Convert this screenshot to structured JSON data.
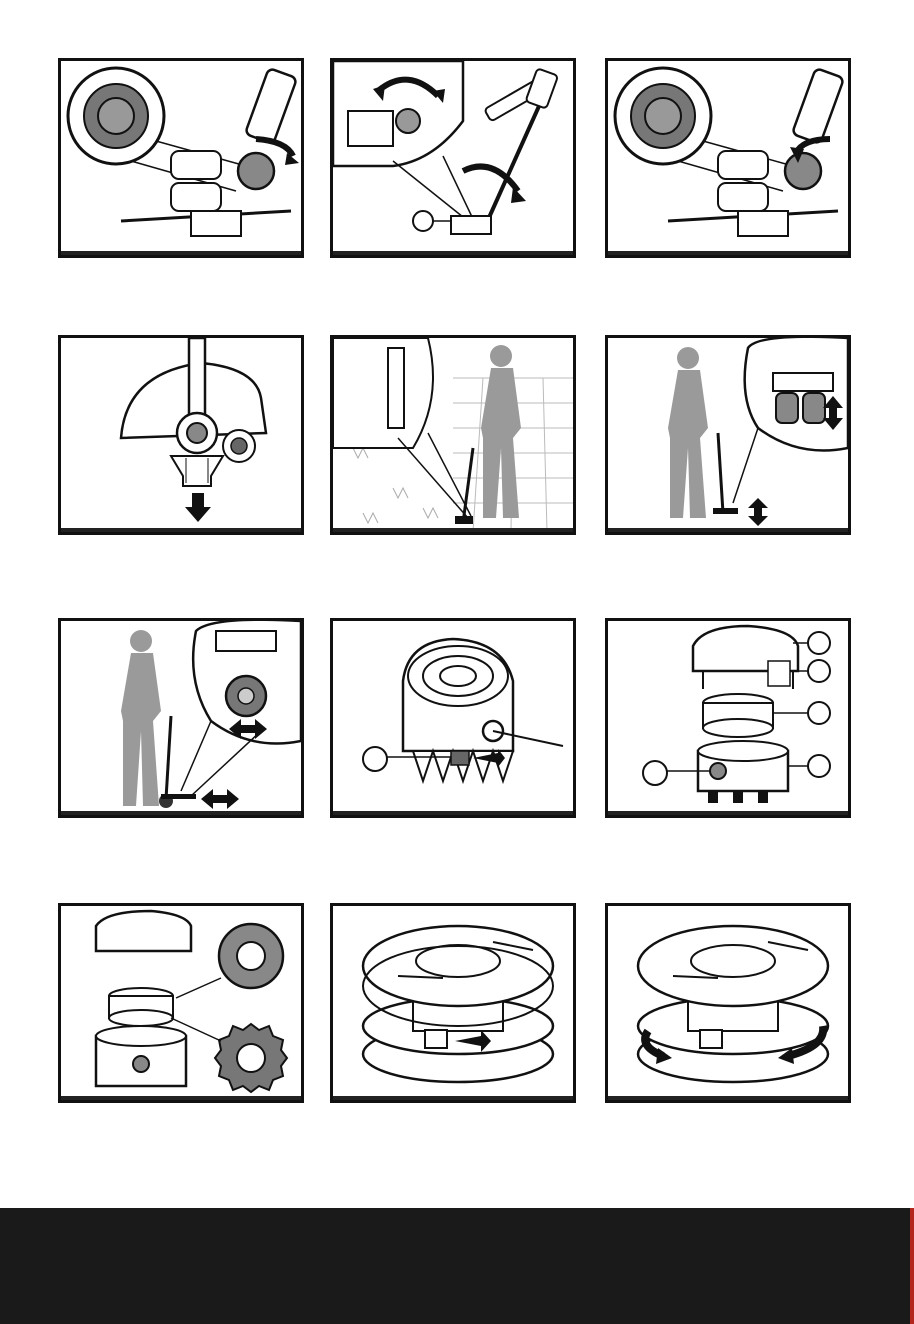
{
  "page": {
    "panels": [
      {
        "id": "fig1"
      },
      {
        "id": "fig2"
      },
      {
        "id": "fig3"
      },
      {
        "id": "fig4"
      },
      {
        "id": "fig5"
      },
      {
        "id": "fig6"
      },
      {
        "id": "fig7"
      },
      {
        "id": "fig8"
      },
      {
        "id": "fig9"
      },
      {
        "id": "fig10"
      },
      {
        "id": "fig11"
      },
      {
        "id": "fig12"
      }
    ],
    "colors": {
      "ink": "#111111",
      "silhouette": "#9a9a9a",
      "footer": "#1a1a1a",
      "footer_accent": "#b3261e"
    }
  }
}
